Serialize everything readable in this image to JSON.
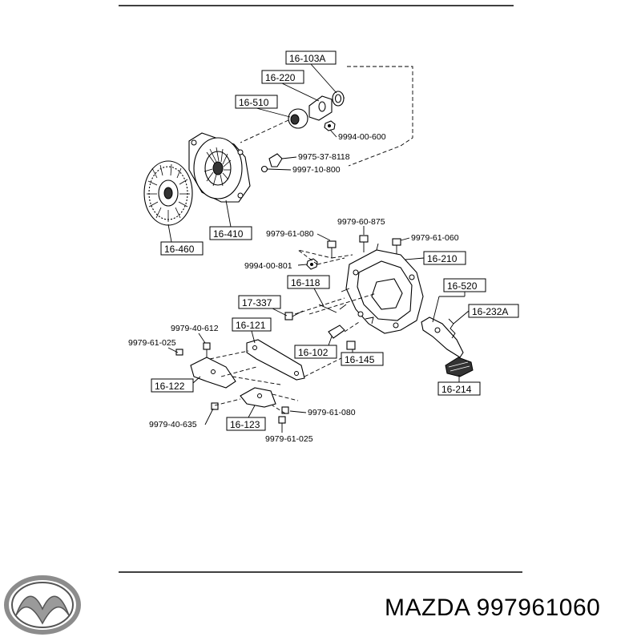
{
  "parts": {
    "p16_103A": "16-103A",
    "p16_220": "16-220",
    "p16_510": "16-510",
    "p9994_00_600": "9994-00-600",
    "p9975_37_8118": "9975-37-8118",
    "p9997_10_800": "9997-10-800",
    "p16_410": "16-410",
    "p16_460": "16-460",
    "p9979_61_080_top": "9979-61-080",
    "p9979_60_875": "9979-60-875",
    "p9979_61_060": "9979-61-060",
    "p9994_00_801": "9994-00-801",
    "p16_210": "16-210",
    "p16_118": "16-118",
    "p16_520": "16-520",
    "p16_232A": "16-232A",
    "p17_337": "17-337",
    "p9979_40_612": "9979-40-612",
    "p16_121": "16-121",
    "p9979_61_025_left": "9979-61-025",
    "p16_102": "16-102",
    "p16_145": "16-145",
    "p16_122": "16-122",
    "p16_214": "16-214",
    "p9979_61_080_bottom": "9979-61-080",
    "p9979_40_635": "9979-40-635",
    "p16_123": "16-123",
    "p9979_61_025_bottom": "9979-61-025"
  },
  "brand": {
    "logo": "mazda-logo",
    "caption": "MAZDA 997961060"
  }
}
